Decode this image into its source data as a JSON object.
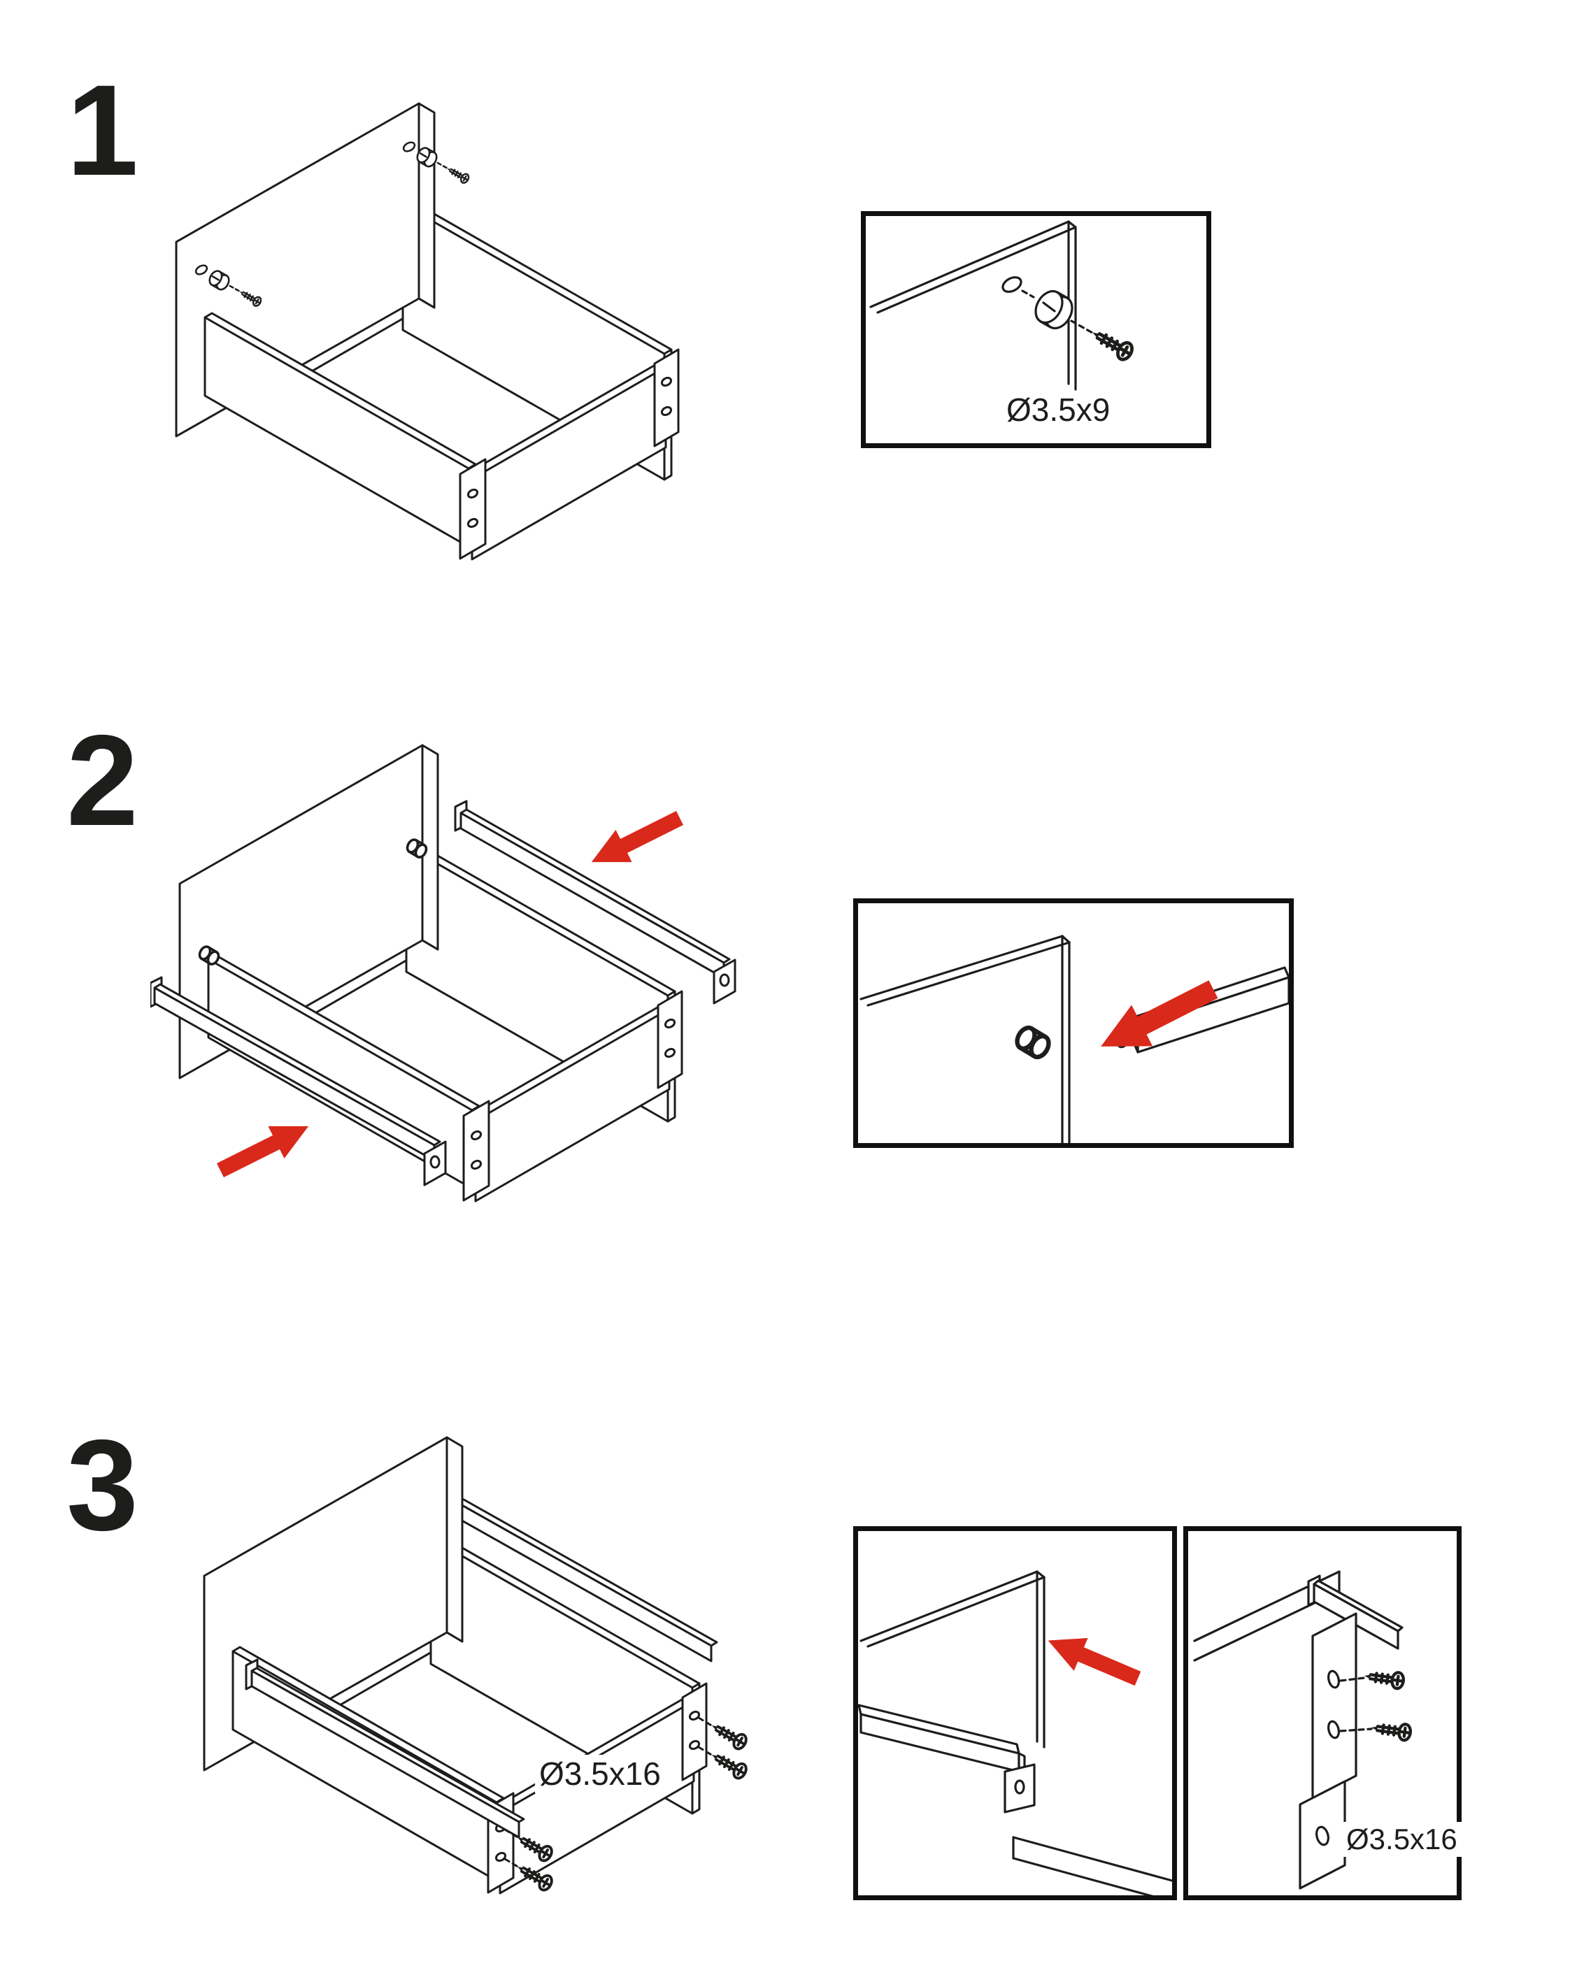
{
  "page": {
    "background": "#ffffff",
    "ink": "#1d1d1b",
    "accent": "#d9291b"
  },
  "steps": [
    {
      "number": "1",
      "detail": {
        "screw_size_label": "Ø3.5x9"
      }
    },
    {
      "number": "2"
    },
    {
      "number": "3",
      "screw_size_label": "Ø3.5x16",
      "detail": {
        "screw_size_label": "Ø3.5x16"
      }
    }
  ],
  "parts_depicted": [
    "drawer-box",
    "front-panel",
    "cam-lock",
    "screw",
    "drawer-slide-rail",
    "mounting-bracket",
    "dowel-peg"
  ]
}
